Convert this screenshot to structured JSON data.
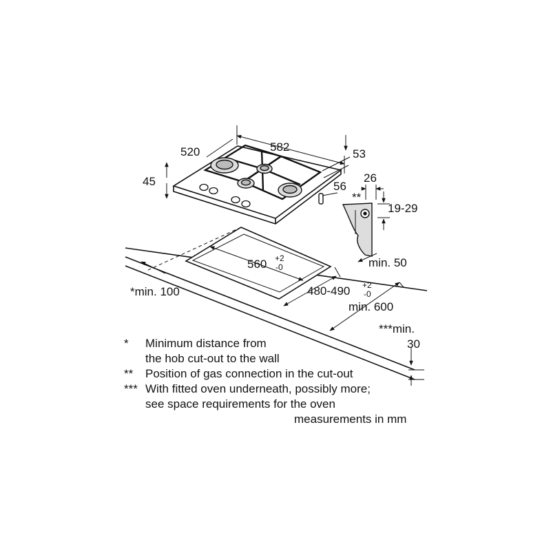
{
  "dimensions": {
    "hob_depth": "520",
    "hob_width": "582",
    "hob_height": "45",
    "connector_depth": "53",
    "connector_offset": "56",
    "bracket_width": "26",
    "gas_marker": "**",
    "bracket_height": "19-29",
    "min_rear": "min. 50",
    "cutout_width": "560",
    "cutout_width_tol_plus": "+2",
    "cutout_width_tol_minus": "-0",
    "cutout_depth": "480-490",
    "cutout_depth_tol_plus": "+2",
    "cutout_depth_tol_minus": "-0",
    "min_wall": "*min. 100",
    "min_worktop": "min. 600",
    "min_thickness_label": "***min.",
    "min_thickness_value": "30"
  },
  "notes": [
    {
      "marker": "*",
      "lines": [
        "Minimum distance from",
        "the hob cut-out to the wall"
      ]
    },
    {
      "marker": "**",
      "lines": [
        "Position of gas connection in the cut-out"
      ]
    },
    {
      "marker": "***",
      "lines": [
        "With fitted oven underneath, possibly more;",
        "see space requirements for the oven"
      ]
    }
  ],
  "units_label": "measurements in mm"
}
